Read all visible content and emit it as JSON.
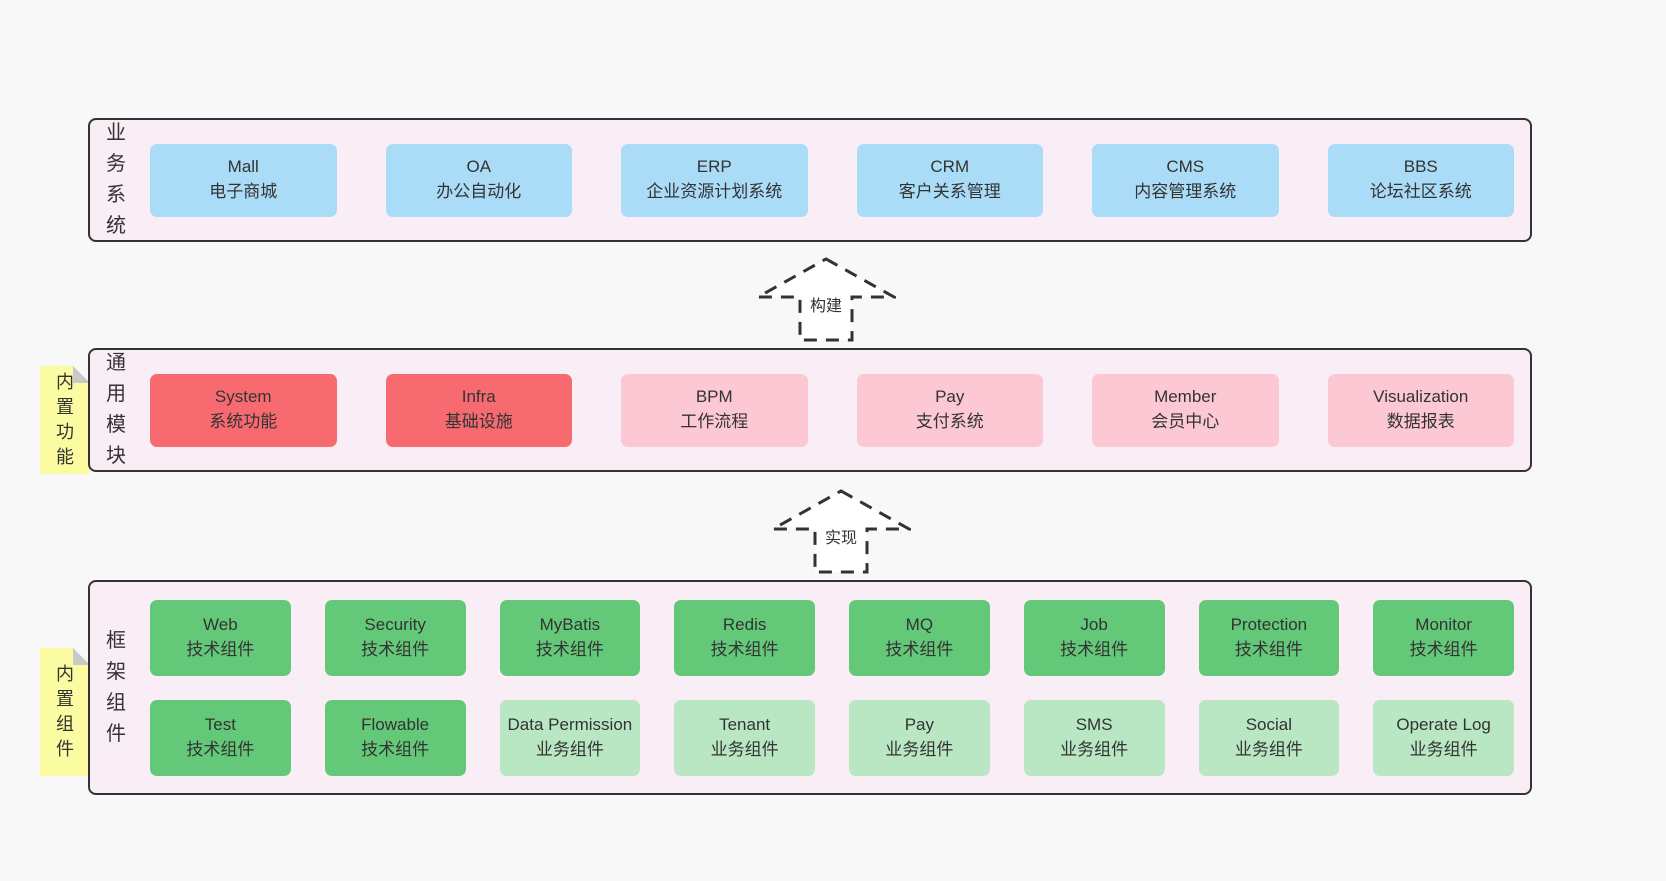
{
  "palette": {
    "page-bg": "#f8f8f8",
    "band-bg": "#f9edf6",
    "band-border": "#333333",
    "blue": "#aadcf7",
    "red": "#f76b70",
    "pink": "#fbc8d4",
    "green": "#64c879",
    "light-green": "#b9e6c3",
    "yellow": "#fbfba2",
    "fold-gray": "#c9c9c9",
    "text": "#333333"
  },
  "arrows": [
    {
      "label": "构建"
    },
    {
      "label": "实现"
    }
  ],
  "bands": [
    {
      "label": "业务系统",
      "rows": [
        [
          {
            "name": "Mall",
            "desc": "电子商城",
            "color": "blue"
          },
          {
            "name": "OA",
            "desc": "办公自动化",
            "color": "blue"
          },
          {
            "name": "ERP",
            "desc": "企业资源计划系统",
            "color": "blue"
          },
          {
            "name": "CRM",
            "desc": "客户关系管理",
            "color": "blue"
          },
          {
            "name": "CMS",
            "desc": "内容管理系统",
            "color": "blue"
          },
          {
            "name": "BBS",
            "desc": "论坛社区系统",
            "color": "blue"
          }
        ]
      ]
    },
    {
      "label": "通用模块",
      "note": "内置功能",
      "rows": [
        [
          {
            "name": "System",
            "desc": "系统功能",
            "color": "red"
          },
          {
            "name": "Infra",
            "desc": "基础设施",
            "color": "red"
          },
          {
            "name": "BPM",
            "desc": "工作流程",
            "color": "pink"
          },
          {
            "name": "Pay",
            "desc": "支付系统",
            "color": "pink"
          },
          {
            "name": "Member",
            "desc": "会员中心",
            "color": "pink"
          },
          {
            "name": "Visualization",
            "desc": "数据报表",
            "color": "pink"
          }
        ]
      ]
    },
    {
      "label": "框架组件",
      "note": "内置组件",
      "rows": [
        [
          {
            "name": "Web",
            "desc": "技术组件",
            "color": "green"
          },
          {
            "name": "Security",
            "desc": "技术组件",
            "color": "green"
          },
          {
            "name": "MyBatis",
            "desc": "技术组件",
            "color": "green"
          },
          {
            "name": "Redis",
            "desc": "技术组件",
            "color": "green"
          },
          {
            "name": "MQ",
            "desc": "技术组件",
            "color": "green"
          },
          {
            "name": "Job",
            "desc": "技术组件",
            "color": "green"
          },
          {
            "name": "Protection",
            "desc": "技术组件",
            "color": "green"
          },
          {
            "name": "Monitor",
            "desc": "技术组件",
            "color": "green"
          }
        ],
        [
          {
            "name": "Test",
            "desc": "技术组件",
            "color": "green"
          },
          {
            "name": "Flowable",
            "desc": "技术组件",
            "color": "green"
          },
          {
            "name": "Data Permission",
            "desc": "业务组件",
            "color": "light-green"
          },
          {
            "name": "Tenant",
            "desc": "业务组件",
            "color": "light-green"
          },
          {
            "name": "Pay",
            "desc": "业务组件",
            "color": "light-green"
          },
          {
            "name": "SMS",
            "desc": "业务组件",
            "color": "light-green"
          },
          {
            "name": "Social",
            "desc": "业务组件",
            "color": "light-green"
          },
          {
            "name": "Operate Log",
            "desc": "业务组件",
            "color": "light-green"
          }
        ]
      ]
    }
  ]
}
